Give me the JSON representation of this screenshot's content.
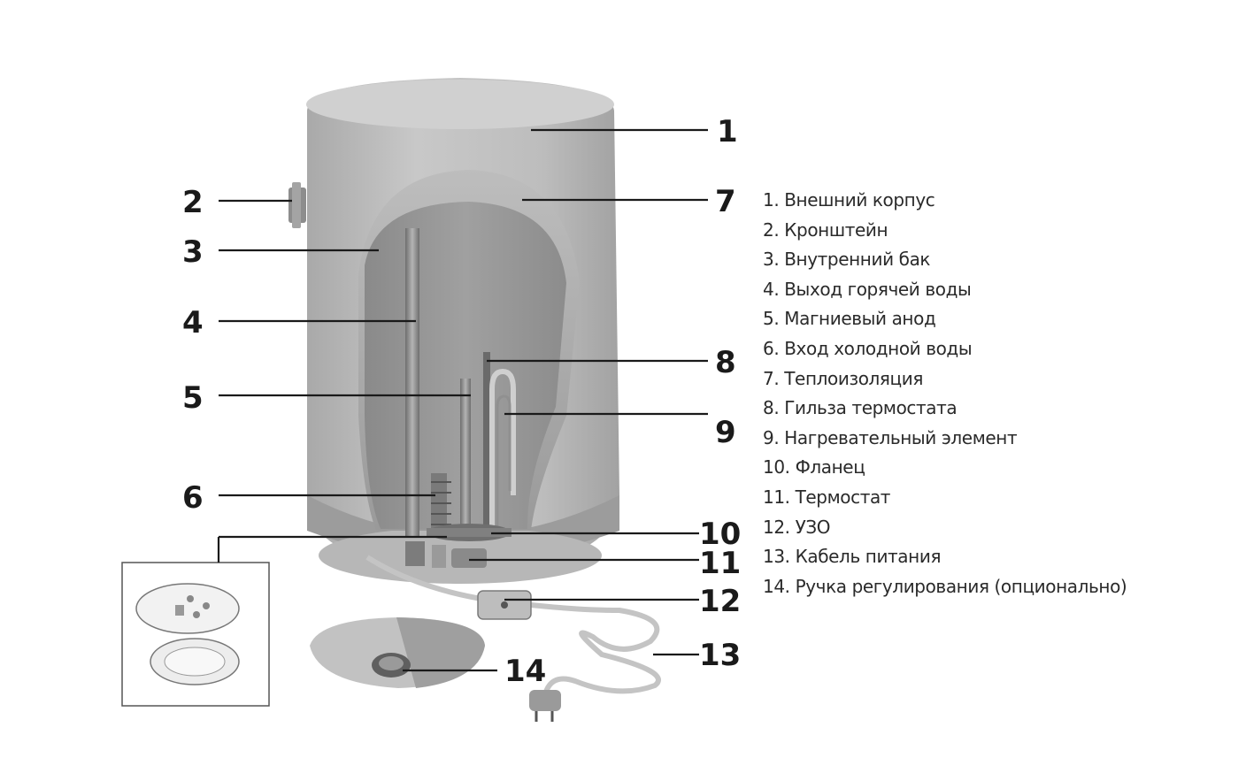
{
  "callouts": [
    "1",
    "2",
    "3",
    "4",
    "5",
    "6",
    "7",
    "8",
    "9",
    "10",
    "11",
    "12",
    "13",
    "14"
  ],
  "legend": [
    "1. Внешний корпус",
    "2. Кронштейн",
    "3. Внутренний бак",
    "4. Выход горячей воды",
    "5. Магниевый анод",
    "6. Вход холодной воды",
    "7. Теплоизоляция",
    "8. Гильза термостата",
    "9. Нагревательный элемент",
    "10. Фланец",
    "11. Термостат",
    "12. УЗО",
    "13. Кабель питания",
    "14. Ручка регулирования (опционально)"
  ]
}
